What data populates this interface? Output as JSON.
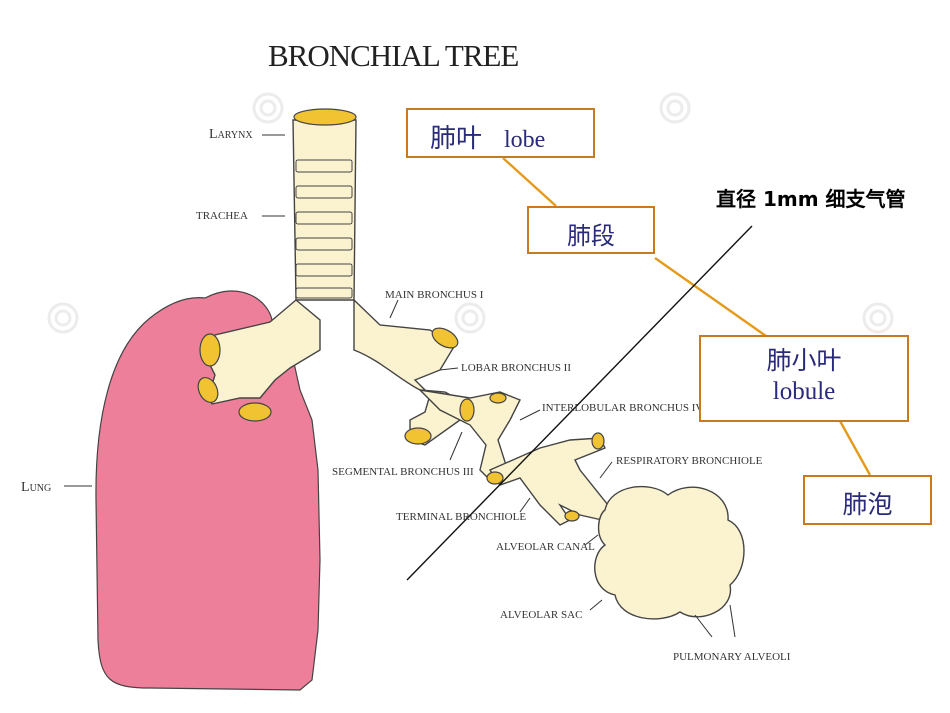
{
  "title": "BRONCHIAL TREE",
  "labels": {
    "larynx": "Larynx",
    "trachea": "TRACHEA",
    "main_bronchus": "MAIN BRONCHUS I",
    "lobar_bronchus": "LOBAR BRONCHUS II",
    "interlobular_bronchus": "INTERLOBULAR BRONCHUS IV",
    "segmental_bronchus": "SEGMENTAL BRONCHUS III",
    "respiratory_bronchiole": "RESPIRATORY BRONCHIOLE",
    "lung": "Lung",
    "terminal_bronchiole": "TERMINAL BRONCHIOLE",
    "alveolar_canal": "ALVEOLAR CANAL",
    "alveolar_sac": "ALVEOLAR SAC",
    "pulmonary_alveoli": "PULMONARY ALVEOLI"
  },
  "annotations": {
    "lobe_zh": "肺叶",
    "lobe_en": "lobe",
    "segment_zh": "肺段",
    "lobule_zh": "肺小叶",
    "lobule_en": "lobule",
    "alveolus_zh": "肺泡",
    "diameter_note": "直径 1mm 细支气管"
  },
  "colors": {
    "lung": "#ee7f9a",
    "airway": "#fbf2d0",
    "ring": "#f1c232",
    "connector": "#e69a1c",
    "box_border": "#c77a1f",
    "box_text": "#2a2a7a"
  }
}
